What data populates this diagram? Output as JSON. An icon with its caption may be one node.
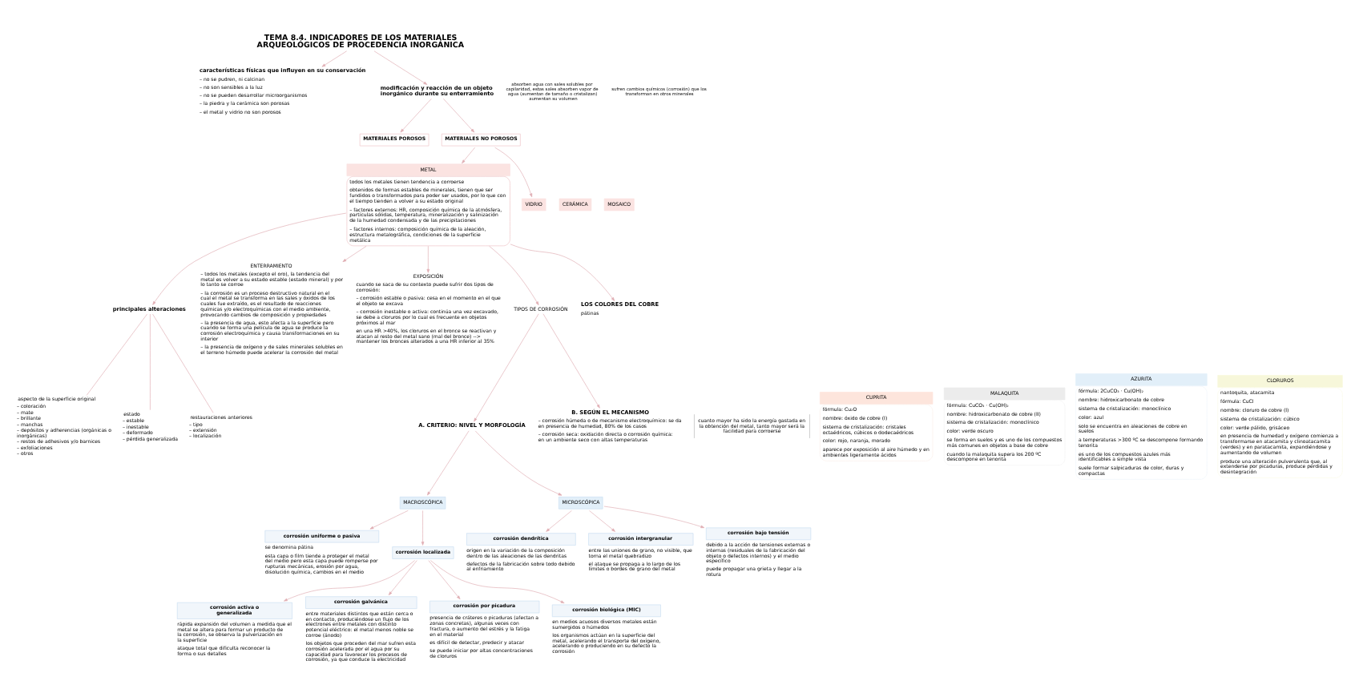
{
  "diagram": {
    "nodes": [
      {
        "text": [
          "TEMA 8.4. INDICADORES DE LOS MATERIALES ARQUEOLÓGICOS DE PROCEDENCIA INORGÁNICA"
        ]
      },
      {
        "text": [
          "características físicas que influyen en su conservación",
          "– no se pudren, ni calcinan",
          "– no son sensibles a la luz",
          "– no se pueden desarrollar microorganismos",
          "– la piedra y la cerámica son porosas",
          "– el metal y vidrio no son porosos"
        ]
      },
      {
        "text": [
          "modificación y reacción de un objeto inorgánico durante su enterramiento"
        ]
      },
      {
        "text": [
          "MATERIALES POROSOS"
        ]
      },
      {
        "text": [
          "MATERIALES NO POROSOS"
        ]
      },
      {
        "text": [
          "CERÁMICA"
        ]
      },
      {
        "text": [
          "MOSAICO"
        ]
      },
      {
        "text": [
          "METAL",
          "todos los metales tienen tendencia a corroerse",
          "obtenidos de formas estables de minerales, tienen que ser fundidos o transformados para poder ser usados, por lo que con el tiempo tienden a volver a su estado original",
          "– factores externos: HR, composición química de la atmósfera, partículas sólidas, temperatura, mineralización y salinización de la humedad condensada y de las precipitaciones",
          "– factores internos: composición química de la aleación, estructura metalográfica, condiciones de la superficie metálica"
        ]
      },
      {
        "text": [
          "VIDRIO"
        ]
      },
      {
        "text": [
          "principales alteraciones"
        ]
      },
      {
        "text": [
          "aspecto de la superficie original",
          "– coloración",
          "– mate",
          "– brillante",
          "– manchas",
          "– depósitos y adherencias (orgánicas o inorgánicas)",
          "– restos de adhesivos y/o barnices",
          "– exfoliaciones",
          "– otros"
        ]
      },
      {
        "text": [
          "estado",
          "– estable",
          "– inestable",
          "– deformado",
          "– pérdida generalizada"
        ]
      },
      {
        "text": [
          "restauraciones anteriores",
          "– tipo",
          "– extensión",
          "– localización"
        ]
      },
      {
        "text": [
          "ENTERRAMIENTO",
          "– todos los metales (excepto el oro), la tendencia del metal es volver a su estado estable (estado mineral) y por lo tanto se corroe",
          "– la corrosión es un proceso destructivo natural en el cual el metal se transforma en las sales y óxidos de los cuales fue extraído, es el resultado de reacciones químicas y/o electroquímicas con el medio ambiente, provocando cambios de composición y propiedades",
          "– la presencia de agua, esto afecta a la superficie pero cuando se forma una película de agua se produce la corrosión electroquímica y causa transformaciones en su interior",
          "– la presencia de oxígeno y de sales minerales solubles en el terreno húmedo puede acelerar la corrosión del metal"
        ]
      },
      {
        "text": [
          "EXPOSICIÓN",
          "cuando se saca de su contexto puede sufrir dos tipos de corrosión:",
          "– corrosión estable o pasiva: cesa en el momento en el que el objeto se excava",
          "– corrosión inestable o activa: continúa una vez excavado, se debe a cloruros por lo cual es frecuente en objetos próximos al mar",
          "en una HR >40%, los cloruros en el bronce se reactivan y atacan al resto del metal sano (mal del bronce) --> mantener los bronces alterados a una HR inferior al 35%"
        ]
      },
      {
        "text": [
          "cuanto mayor ha sido la energía gastada en la obtención del metal, tanto mayor será la facilidad para corroerse"
        ]
      },
      {
        "text": [
          "TIPOS DE CORROSIÓN"
        ]
      },
      {
        "text": [
          "A. CRITERIO: NIVEL Y MORFOLOGÍA"
        ]
      },
      {
        "text": [
          "B. SEGÚN EL MECANISMO",
          "– corrosión húmeda o de mecanismo electroquímico: se da en presencia de humedad, 80% de los casos",
          "– corrosión seca: oxidación directa o corrosión química: en un ambiente seco con altas temperaturas"
        ]
      },
      {
        "text": [
          "MACROSCÓPICA"
        ]
      },
      {
        "text": [
          "MICROSCÓPICA"
        ]
      },
      {
        "text": [
          "corrosión uniforme o pasiva",
          "se denomina pátina",
          "esta capa o film tiende a proteger el metal del medio pero esta capa puede romperse por rupturas mecánicas, erosión por agua, disolución química, cambios en el medio"
        ]
      },
      {
        "text": [
          "corrosión localizada"
        ]
      },
      {
        "text": [
          "corrosión activa o generalizada",
          "rápida expansión del volumen a medida que el metal se altera para formar un producto de la corrosión, se observa la pulverización en la superficie",
          "ataque total que dificulta reconocer la forma o sus detalles"
        ]
      },
      {
        "text": [
          "corrosión galvánica",
          "entre materiales distintos que están cerca o en contacto, produciéndose un flujo de los electrones entre metales con distinto potencial eléctrico: el metal menos noble se corroe (ánodo)",
          "los objetos que proceden del mar sufren esta corrosión acelerada por el agua por su capacidad para favorecer los procesos de corrosión, ya que conduce la electricidad"
        ]
      },
      {
        "text": [
          "corrosión por picadura",
          "presencia de cráteres o picaduras (afectan a zonas concretas), algunas veces con fractura, o aumento del estrés y la fatiga en el material",
          "es difícil de detectar, predecir y atacar",
          "se puede iniciar por altas concentraciones de cloruros"
        ]
      },
      {
        "text": [
          "corrosión biológica (MIC)",
          "en medios acuosos diversos metales están sumergidos o húmedos",
          "los organismos actúan en la superficie del metal, acelerando el transporte del oxígeno, acelerando o produciendo en su defecto la corrosión"
        ]
      },
      {
        "text": [
          "corrosión dendrítica",
          "origen en la variación de la composición dentro de las aleaciones de las dendritas",
          "defectos de la fabricación sobre todo debido al enfriamiento"
        ]
      },
      {
        "text": [
          "corrosión intergranular",
          "entre las uniones de grano, no visible, que torna el metal quebradizo",
          "el ataque se propaga a lo largo de los límites o bordes de grano del metal"
        ]
      },
      {
        "text": [
          "corrosión bajo tensión",
          "debido a la acción de tensiones externas o internas (residuales de la fabricación del objeto o defectos internos) y el medio específico",
          "puede propagar una grieta y llegar a la rotura"
        ]
      },
      {
        "text": [
          "LOS COLORES DEL COBRE",
          "pátinas"
        ]
      },
      {
        "text": [
          "CUPRITA",
          "fórmula: Cu₂O",
          "nombre: óxido de cobre (I)",
          "sistema de cristalización: cristales octaédricos, cúbicos o dodecaédricos",
          "color: rojo, naranja, morado",
          "aparece por exposición al aire húmedo y en ambientes ligeramente ácidos"
        ]
      },
      {
        "text": [
          "MALAQUITA",
          "fórmula: CuCO₃ · Cu(OH)₂",
          "nombre: hidroxicarbonato de cobre (II)",
          "sistema de cristalización: monoclínico",
          "color: verde oscuro",
          "se forma en suelos y es uno de los compuestos más comunes en objetos a base de cobre",
          "cuando la malaquita supera los 200 ºC descompone en tenorita"
        ]
      },
      {
        "text": [
          "AZURITA",
          "fórmula: 2CuCO₃ · Cu(OH)₂",
          "nombre: hidroxicarbonato de cobre",
          "sistema de cristalización: monoclínico",
          "color: azul",
          "solo se encuentra en aleaciones de cobre en suelos",
          "a temperaturas >300 ºC se descompone formando tenorita",
          "es uno de los compuestos azules más identificables a simple vista",
          "suele formar salpicaduras de color, duras y compactas"
        ]
      },
      {
        "text": [
          "CLORUROS",
          "nantoquita, atacamita",
          "fórmula: CuCl",
          "nombre: cloruro de cobre (I)",
          "sistema de cristalización: cúbico",
          "color: verde pálido, grisáceo",
          "en presencia de humedad y oxígeno comienza a transformarse en atacamita y clinoatacamita (verdes) y en paratacamita, expandiéndose y aumentando de volumen",
          "produce una alteración pulverulenta que, al extenderse por picaduras, produce pérdidas y desintegración"
        ]
      }
    ],
    "edges": [
      {
        "from": 0,
        "to": 1,
        "arrow": "to"
      },
      {
        "from": 0,
        "to": 2,
        "arrow": "to"
      },
      {
        "from": 2,
        "to": 3,
        "arrow": "to"
      },
      {
        "from": 2,
        "to": 4,
        "arrow": "to"
      },
      {
        "from": 4,
        "to": 7,
        "arrow": "to"
      },
      {
        "from": 4,
        "to": 8,
        "arrow": "to"
      },
      {
        "from": 7,
        "to": 13,
        "arrow": "to"
      },
      {
        "from": 7,
        "to": 14,
        "arrow": "to"
      },
      {
        "from": 7,
        "to": 16,
        "arrow": "to"
      },
      {
        "from": 7,
        "to": 9,
        "arrow": "to"
      },
      {
        "from": 7,
        "to": 30,
        "arrow": "to"
      },
      {
        "from": 9,
        "to": 10,
        "arrow": "none"
      },
      {
        "from": 9,
        "to": 11,
        "arrow": "none"
      },
      {
        "from": 9,
        "to": 12,
        "arrow": "none"
      },
      {
        "from": 16,
        "to": 17,
        "arrow": "to"
      },
      {
        "from": 16,
        "to": 18,
        "arrow": "to"
      },
      {
        "from": 17,
        "to": 19,
        "arrow": "to"
      },
      {
        "from": 17,
        "to": 20,
        "arrow": "to"
      },
      {
        "from": 19,
        "to": 21,
        "arrow": "to"
      },
      {
        "from": 19,
        "to": 22,
        "arrow": "to"
      },
      {
        "from": 22,
        "to": 23,
        "arrow": "to"
      },
      {
        "from": 22,
        "to": 24,
        "arrow": "to"
      },
      {
        "from": 22,
        "to": 25,
        "arrow": "to"
      },
      {
        "from": 22,
        "to": 26,
        "arrow": "to"
      },
      {
        "from": 20,
        "to": 27,
        "arrow": "to"
      },
      {
        "from": 20,
        "to": 28,
        "arrow": "to"
      },
      {
        "from": 20,
        "to": 29,
        "arrow": "to"
      }
    ],
    "labels": [
      "absorben agua con sales solubles por capilaridad, estas sales absorben vapor de agua (aumentan de tamaño o cristalizan) aumentan su volumen",
      "sufren cambios químicos (corrosión) que los transforman en otros minerales"
    ]
  }
}
